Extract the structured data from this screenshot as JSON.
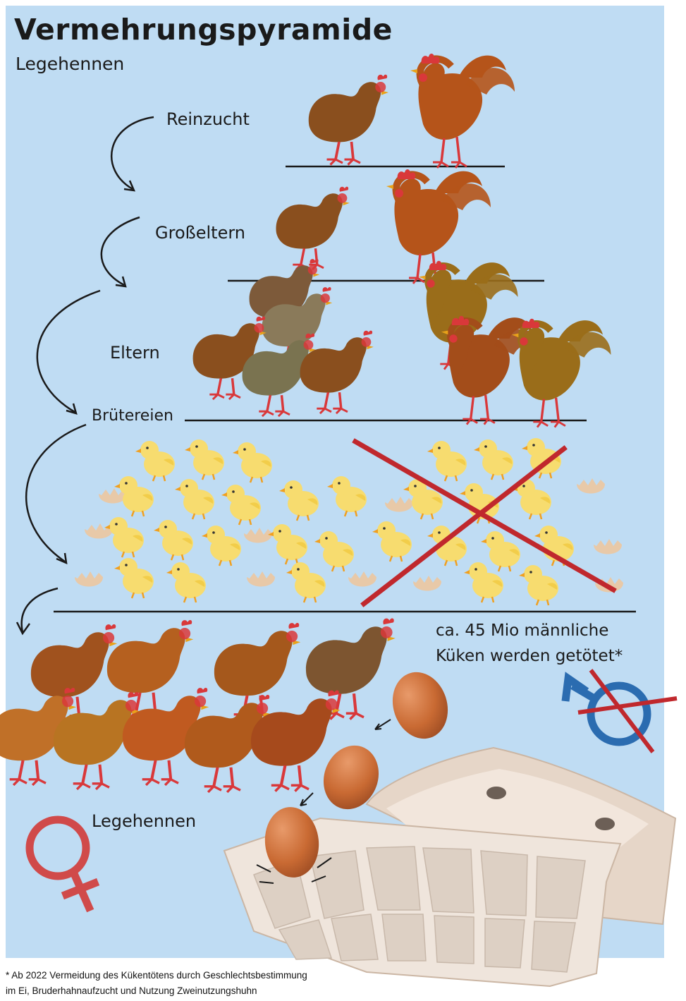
{
  "title": "Vermehrungspyramide",
  "subtitle": "Legehennen",
  "levels": {
    "reinzucht": "Reinzucht",
    "grosseltern": "Großeltern",
    "eltern": "Eltern",
    "brutereien": "Brütereien",
    "legehennen": "Legehennen"
  },
  "killed_note": {
    "line1": "ca. 45 Mio männliche",
    "line2": "Küken werden getötet*"
  },
  "footnote": {
    "line1": "* Ab 2022 Vermeidung des Kükentötens durch Geschlechtsbestimmung",
    "line2": "im Ei, Bruderhahnaufzucht und Nutzung Zweinutzungshuhn"
  },
  "colors": {
    "background": "#bfdcf3",
    "hen_brown": "#8a4f1e",
    "rooster_orange": "#b5541a",
    "chick_yellow": "#f7dc6f",
    "shell": "#e8c9a8",
    "egg": "#c96a33",
    "cross_red": "#c0282d",
    "female_symbol": "#d04a4a",
    "male_symbol": "#2b6cb0"
  },
  "icons": [
    "hen-icon",
    "rooster-icon",
    "chick-icon",
    "egg-icon",
    "egg-carton-icon",
    "female-symbol-icon",
    "male-symbol-icon",
    "cross-icon",
    "arrow-icon"
  ]
}
